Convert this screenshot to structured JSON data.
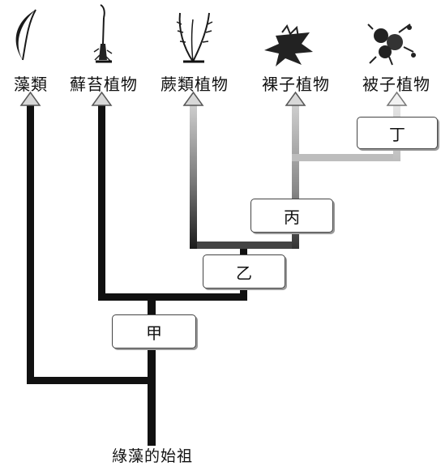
{
  "taxa": [
    {
      "name": "藻類",
      "icon": "algae-crescent-icon"
    },
    {
      "name": "蘚苔植物",
      "icon": "moss-plant-icon"
    },
    {
      "name": "蕨類植物",
      "icon": "fern-plant-icon"
    },
    {
      "name": "裸子植物",
      "icon": "gymnosperm-pine-icon"
    },
    {
      "name": "被子植物",
      "icon": "angiosperm-flower-icon"
    }
  ],
  "traits": {
    "jia": "甲",
    "yi": "乙",
    "bing": "丙",
    "ding": "丁"
  },
  "root": "綠藻的始祖"
}
